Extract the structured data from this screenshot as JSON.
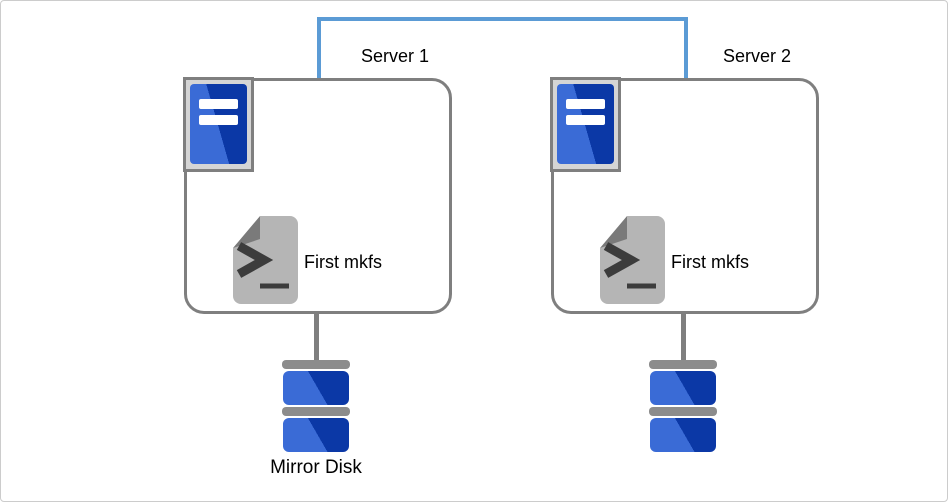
{
  "colors": {
    "link": "#5b9bd5",
    "outline": "#7f7f7f",
    "blue-light": "#3a6bd6",
    "blue-dark": "#0b38a6",
    "icon-frame-bg": "#d5d5d5",
    "doc-gray": "#b5b5b5",
    "doc-fold": "#7a7a7a",
    "glyph": "#3c3c3c",
    "disk-cap": "#8c8c8c",
    "canvas-border": "#cccccc",
    "text": "#000000"
  },
  "servers": [
    {
      "name": "Server 1",
      "command_label": "First mkfs",
      "disk_label": "Mirror Disk"
    },
    {
      "name": "Server 2",
      "command_label": "First mkfs",
      "disk_label": ""
    }
  ]
}
